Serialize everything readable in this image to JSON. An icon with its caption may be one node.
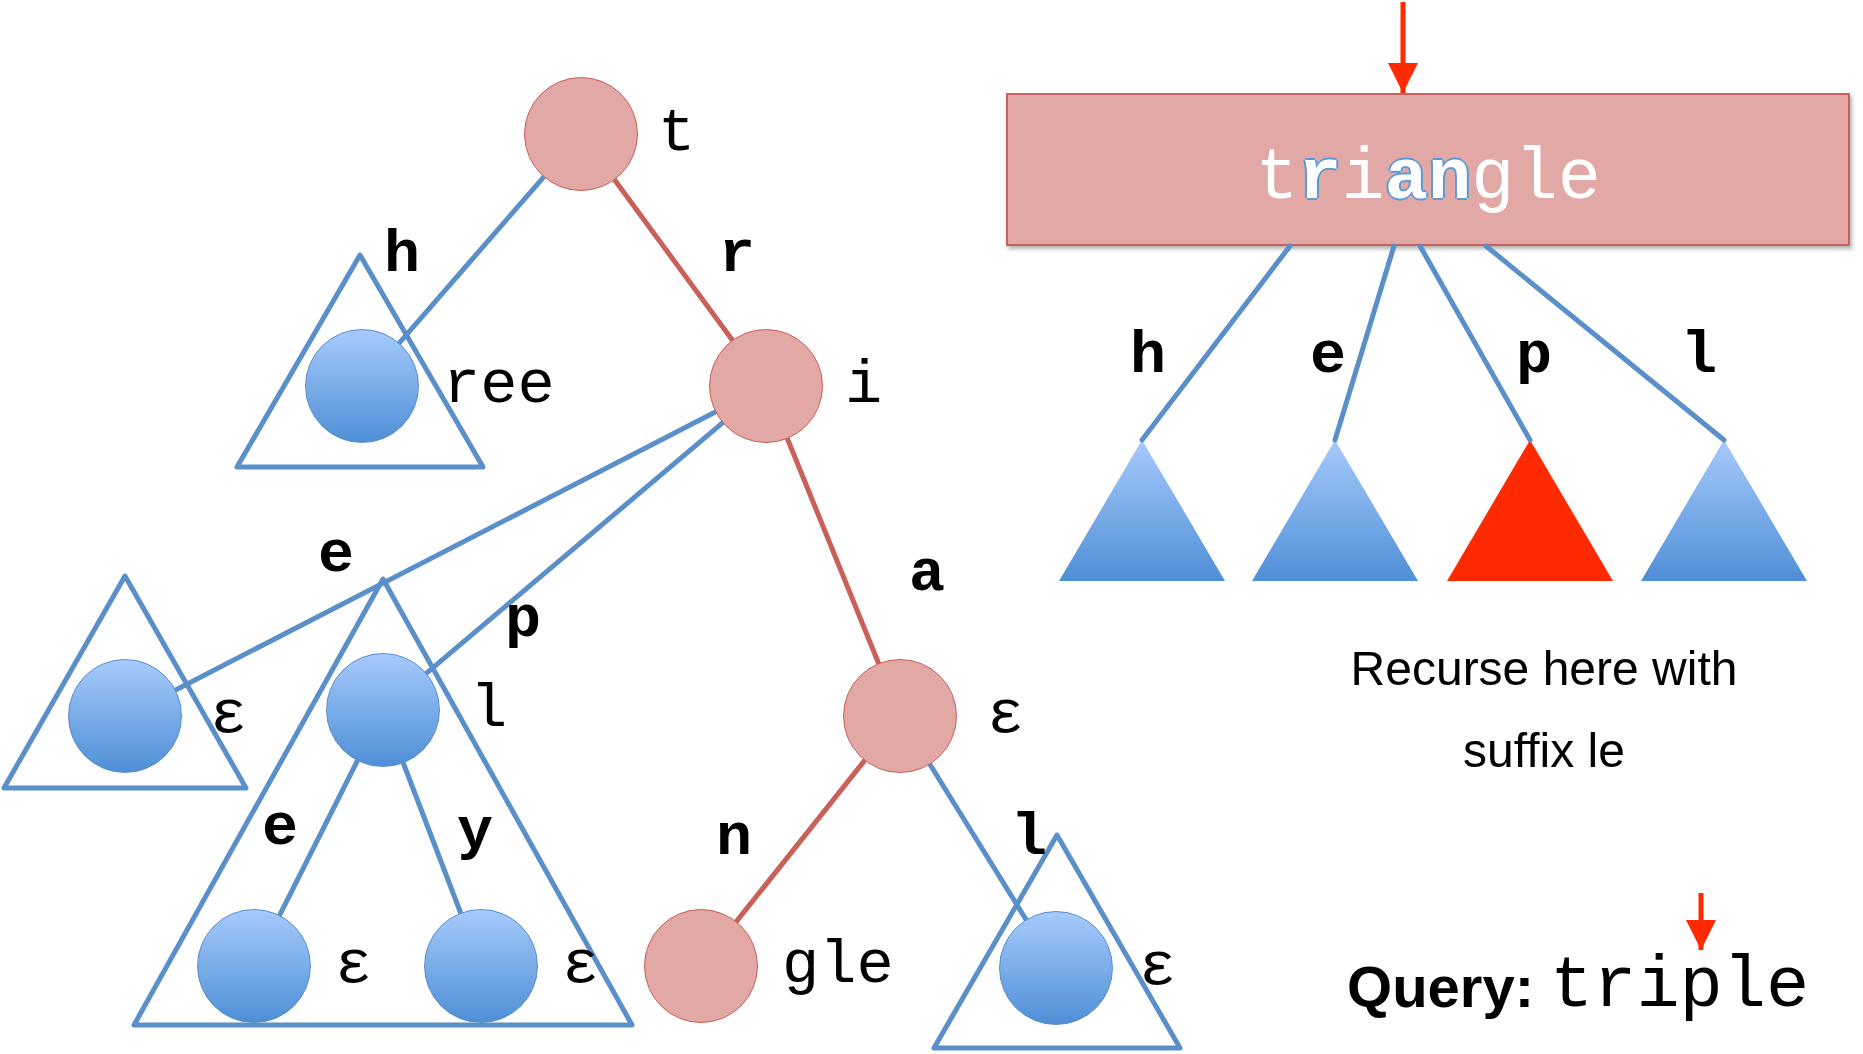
{
  "diagram": {
    "nodes": [
      {
        "text": [],
        "shape": "circle",
        "beside": [
          "t"
        ]
      },
      {
        "text": [],
        "shape": "triangle"
      },
      {
        "text": [],
        "shape": "circle",
        "beside": [
          "ree"
        ],
        "in": 1
      },
      {
        "text": [],
        "shape": "circle",
        "beside": [
          "i"
        ]
      },
      {
        "text": [],
        "shape": "triangle"
      },
      {
        "text": [],
        "shape": "circle",
        "beside": [
          "ε"
        ],
        "in": 4
      },
      {
        "text": [],
        "shape": "triangle"
      },
      {
        "text": [],
        "shape": "circle",
        "beside": [
          "l"
        ],
        "in": 6
      },
      {
        "text": [],
        "shape": "circle",
        "beside": [
          "ε"
        ],
        "in": 6
      },
      {
        "text": [],
        "shape": "circle",
        "beside": [
          "ε"
        ],
        "in": 6
      },
      {
        "text": [],
        "shape": "circle",
        "beside": [
          "ε"
        ]
      },
      {
        "text": [],
        "shape": "circle",
        "beside": [
          "gle"
        ]
      },
      {
        "text": [],
        "shape": "triangle"
      },
      {
        "text": [],
        "shape": "circle",
        "beside": [
          "ε"
        ],
        "in": 12
      },
      {
        "text": [
          "t**r**i**an**gle"
        ]
      },
      {
        "text": [],
        "shape": "triangle"
      },
      {
        "text": [],
        "shape": "triangle"
      },
      {
        "text": [],
        "shape": "triangle"
      },
      {
        "text": [],
        "shape": "triangle"
      },
      {
        "text": [
          "triple"
        ]
      }
    ],
    "edges": [
      {
        "from": 0,
        "to": 2,
        "arrow": "none",
        "label": "h"
      },
      {
        "from": 0,
        "to": 3,
        "arrow": "none",
        "label": "r",
        "color": "#c9615a"
      },
      {
        "from": 3,
        "to": 5,
        "arrow": "none",
        "label": "e"
      },
      {
        "from": 3,
        "to": 7,
        "arrow": "none",
        "label": "p"
      },
      {
        "from": 3,
        "to": 10,
        "arrow": "none",
        "label": "a",
        "color": "#c9615a"
      },
      {
        "from": 7,
        "to": 8,
        "arrow": "none",
        "label": "e"
      },
      {
        "from": 7,
        "to": 9,
        "arrow": "none",
        "label": "y"
      },
      {
        "from": 10,
        "to": 11,
        "arrow": "none",
        "label": "n",
        "color": "#c9615a"
      },
      {
        "from": 10,
        "to": 13,
        "arrow": "none",
        "label": "l"
      },
      {
        "from": 14,
        "to": 15,
        "arrow": "none",
        "label": "h"
      },
      {
        "from": 14,
        "to": 16,
        "arrow": "none",
        "label": "e"
      },
      {
        "from": 14,
        "to": 17,
        "arrow": "none",
        "label": "p"
      },
      {
        "from": 14,
        "to": 18,
        "arrow": "none",
        "label": "l"
      },
      {
        "from": null,
        "to": 14,
        "arrow": "to",
        "color": "#ff2a00"
      },
      {
        "from": null,
        "to": 19,
        "arrow": "to",
        "color": "#ff2a00"
      }
    ],
    "labels": [
      "Recurse here with suffix le",
      "Query:"
    ]
  }
}
